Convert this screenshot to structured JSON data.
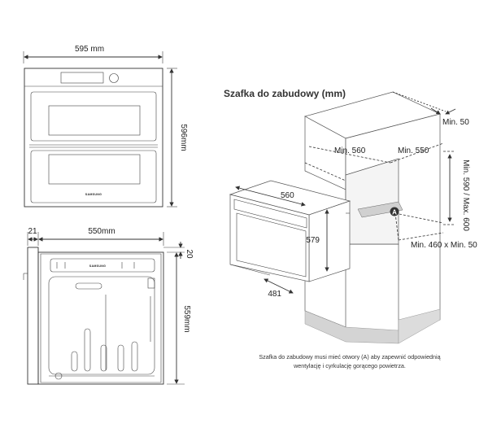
{
  "front": {
    "width_label": "595 mm",
    "height_label": "596mm",
    "brand": "SAMSUNG"
  },
  "side": {
    "offset_label": "21",
    "depth_label": "550mm",
    "top_label": "20",
    "height_label": "559mm"
  },
  "cabinet": {
    "title": "Szafka do zabudowy (mm)",
    "min_top_label": "Min. 50",
    "min_width_label": "Min. 560",
    "min_depth_label": "Min. 550",
    "height_range_label": "Min. 590 / Max. 600",
    "opening_marker": "A",
    "opening_label": "Min. 460 x Min. 50",
    "oven_width_label": "560",
    "oven_height_label": "579",
    "oven_depth_label": "481",
    "note_line1": "Szafka do zabudowy musi mieć otwory (A) aby zapewnić odpowiednią",
    "note_line2": "wentylację i cyrkulację gorącego powietrza."
  }
}
